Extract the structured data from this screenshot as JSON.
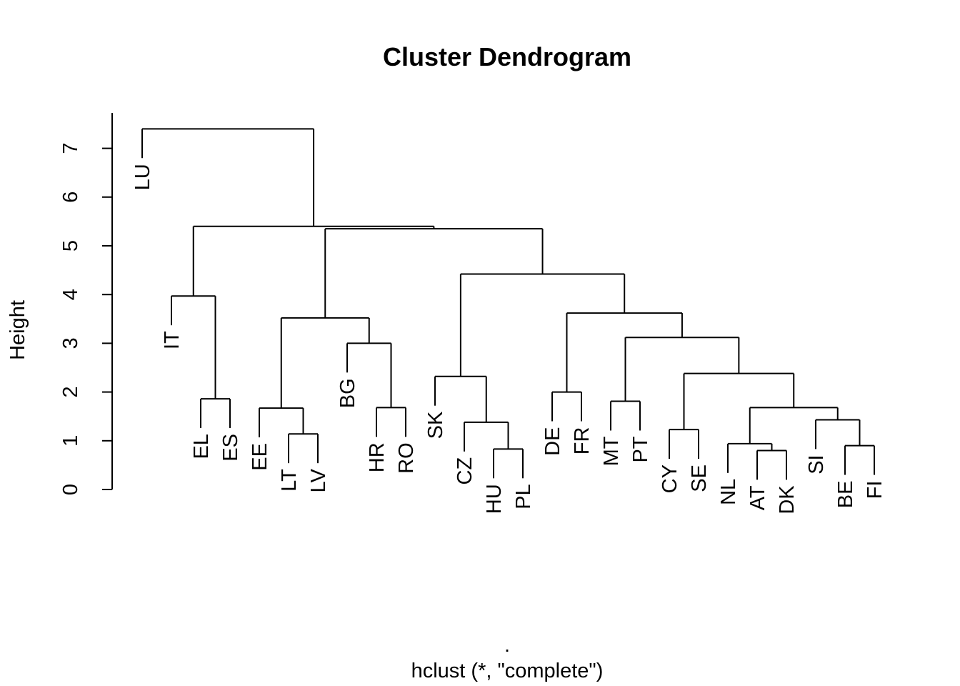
{
  "chart_data": {
    "type": "dendrogram",
    "title": "Cluster Dendrogram",
    "ylabel": "Height",
    "xlabel_dot": ".",
    "xlabel": "hclust (*, \"complete\")",
    "ylim": [
      0,
      7.6
    ],
    "yticks": [
      0,
      1,
      2,
      3,
      4,
      5,
      6,
      7
    ],
    "leaves": [
      "LU",
      "IT",
      "EL",
      "ES",
      "EE",
      "LT",
      "LV",
      "BG",
      "HR",
      "RO",
      "SK",
      "CZ",
      "HU",
      "PL",
      "DE",
      "FR",
      "MT",
      "PT",
      "CY",
      "SE",
      "NL",
      "AT",
      "DK",
      "SI",
      "BE",
      "FI"
    ],
    "merges": [
      {
        "a": "EL",
        "b": "ES",
        "height": 1.86
      },
      {
        "a": "LT",
        "b": "LV",
        "height": 1.14
      },
      {
        "a": "EE",
        "b": "m2",
        "height": 1.67
      },
      {
        "a": "HR",
        "b": "RO",
        "height": 1.68
      },
      {
        "a": "BG",
        "b": "m4",
        "height": 3.0
      },
      {
        "a": "m3",
        "b": "m5",
        "height": 3.52
      },
      {
        "a": "HU",
        "b": "PL",
        "height": 0.83
      },
      {
        "a": "CZ",
        "b": "m7",
        "height": 1.38
      },
      {
        "a": "SK",
        "b": "m8",
        "height": 2.32
      },
      {
        "a": "DE",
        "b": "FR",
        "height": 2.0
      },
      {
        "a": "MT",
        "b": "PT",
        "height": 1.81
      },
      {
        "a": "CY",
        "b": "SE",
        "height": 1.23
      },
      {
        "a": "AT",
        "b": "DK",
        "height": 0.8
      },
      {
        "a": "NL",
        "b": "m13",
        "height": 0.94
      },
      {
        "a": "BE",
        "b": "FI",
        "height": 0.9
      },
      {
        "a": "SI",
        "b": "m15",
        "height": 1.43
      },
      {
        "a": "m14",
        "b": "m16",
        "height": 1.68
      },
      {
        "a": "m12",
        "b": "m17",
        "height": 2.38
      },
      {
        "a": "m11",
        "b": "m18",
        "height": 3.12
      },
      {
        "a": "m10",
        "b": "m19",
        "height": 3.62
      },
      {
        "a": "m9",
        "b": "m20",
        "height": 4.42
      },
      {
        "a": "m6",
        "b": "m21",
        "height": 5.35
      },
      {
        "a": "IT",
        "b": "EL-ES",
        "height": 3.97
      },
      {
        "a": "m23",
        "b": "m22",
        "height": 5.4
      },
      {
        "a": "LU",
        "b": "m24",
        "height": 7.4
      }
    ]
  }
}
